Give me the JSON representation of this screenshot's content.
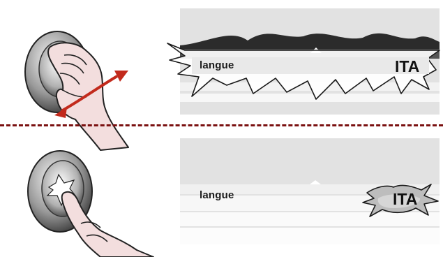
{
  "steps": [
    {
      "action": "rotate-knob",
      "screen_label": "langue",
      "screen_value": "ITA"
    },
    {
      "action": "press-knob",
      "screen_label": "langue",
      "screen_value": "ITA"
    }
  ],
  "colors": {
    "separator": "#7a1010",
    "arrow": "#c22a1c",
    "panel": "#e2e2e2",
    "dark_band": "#2b2b2b"
  },
  "icons": [
    "rotary-knob-icon",
    "hand-rotating-icon",
    "rotate-arrow-icon",
    "finger-pressing-icon",
    "burst-highlight-icon",
    "up-triangle-icon"
  ]
}
